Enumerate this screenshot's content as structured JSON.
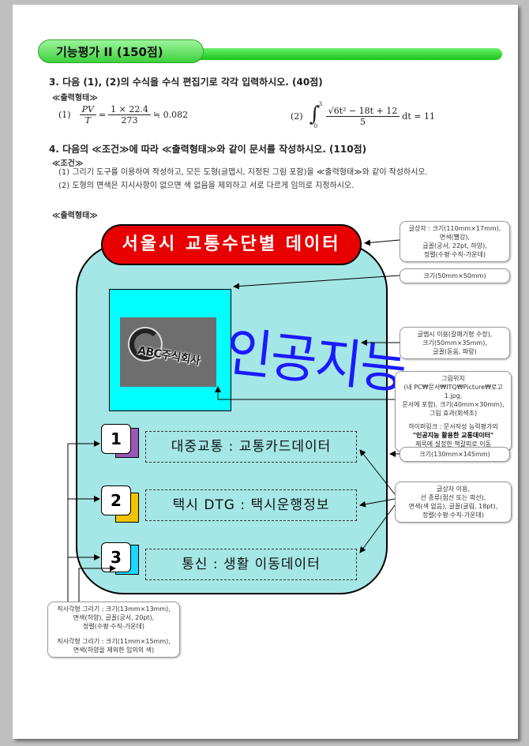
{
  "section": {
    "title": "기능평가 II (150점)"
  },
  "q3": {
    "title": "3. 다음 (1), (2)의 수식을 수식 편집기로 각각 입력하시오. (40점)",
    "output_label": "≪출력형태≫",
    "eq1": {
      "label": "(1)",
      "lhs_num": "PV",
      "lhs_den": "T",
      "eq": "=",
      "rhs_num": "1 × 22.4",
      "rhs_den": "273",
      "approx": "≒ 0.082"
    },
    "eq2": {
      "label": "(2)",
      "upper": "3",
      "lower": "0",
      "integral": "∫",
      "num": "√6t² − 18t + 12",
      "den": "5",
      "tail": "dt = 11"
    }
  },
  "q4": {
    "title": "4. 다음의 ≪조건≫에 따라 ≪출력형태≫와 같이 문서를 작성하시오. (110점)",
    "cond_label": "≪조건≫",
    "cond1": "(1) 그리기 도구를 이용하여 작성하고, 모든 도형(글맵시, 지정된 그림 포함)을 ≪출력형태≫와 같이 작성하시오.",
    "cond2": "(2) 도형의 면색은 지시사항이 없으면 색 없음을 제외하고 서로 다르게 임의로 지정하시오.",
    "output_label": "≪출력형태≫"
  },
  "diagram": {
    "banner": "서울시 교통수단별 데이터",
    "logo_text": "ABC주식회사",
    "wordart": "인공지능",
    "rows": [
      {
        "num": "1",
        "text": "대중교통 : 교통카드데이터",
        "shadow_color": "#9b59b6"
      },
      {
        "num": "2",
        "text": "택시 DTG : 택시운행정보",
        "shadow_color": "#f5c400"
      },
      {
        "num": "3",
        "text": "통신 : 생활 이동데이터",
        "shadow_color": "#19d9ff"
      }
    ]
  },
  "notes": {
    "n1": [
      "글상자 : 크기(110mm×17mm),",
      "면색(빨강),",
      "글꼴(궁서, 22pt, 하양),",
      "정렬(수평·수직-가운데)"
    ],
    "n2": [
      "크기(50mm×50mm)"
    ],
    "n3": [
      "글맵시 이용(갈매기형 수장),",
      "크기(50mm×35mm),",
      "글꼴(돋움, 파랑)"
    ],
    "n4": [
      "그림위치",
      "(내 PC₩문서₩ITQ₩Picture₩로고1.jpg,",
      "문서에 포함), 크기(40mm×30mm),",
      "그림 효과(회색조)",
      "",
      "하이퍼링크 : 문서작성 능력평가의",
      "\"인공지능 활용한 교통데이터\"",
      "제목에 설정한 책갈피로 이동"
    ],
    "n5": [
      "크기(130mm×145mm)"
    ],
    "n6": [
      "글상자 이용,",
      "선 종류(점선 또는 파선),",
      "면색(색 없음), 글꼴(굴림, 18pt),",
      "정렬(수평·수직-가운데)"
    ],
    "n7": [
      "직사각형 그리기 : 크기(13mm×13mm),",
      "면색(하양), 글꼴(궁서, 20pt),",
      "정렬(수평·수직-가운데)",
      "",
      "직사각형 그리기 : 크기(11mm×15mm),",
      "면색(하양을 제외한 임의의 색)"
    ]
  }
}
